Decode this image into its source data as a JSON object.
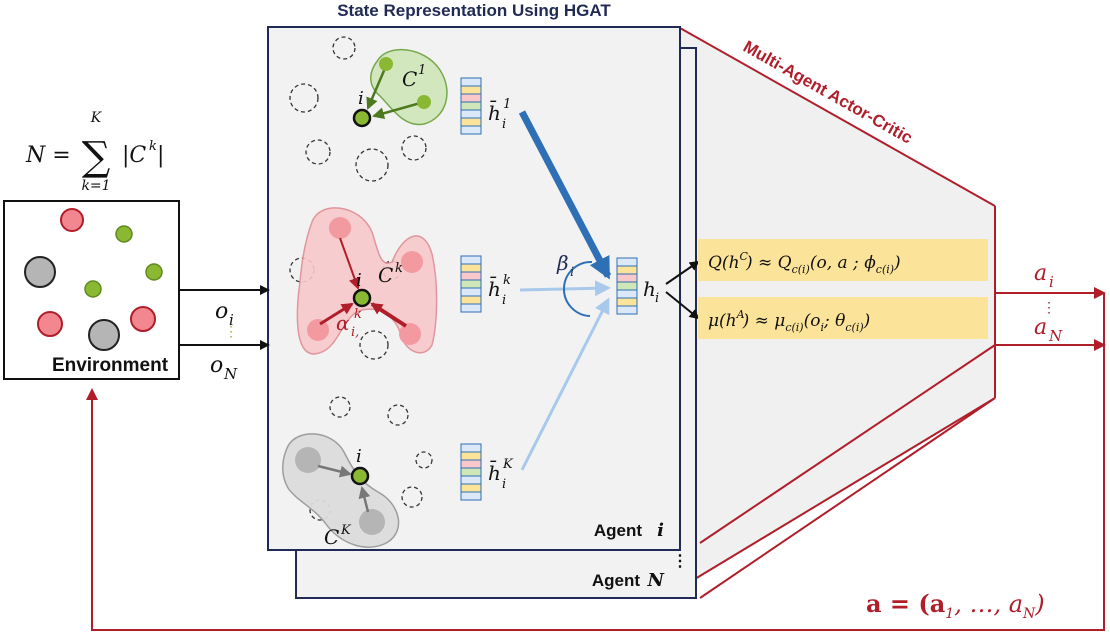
{
  "title": "State Representation Using HGAT",
  "actor_critic_label": "Multi-Agent Actor-Critic",
  "formula": {
    "lhs": "N =",
    "sum_top": "K",
    "sum_bottom": "k=1",
    "term": "|C",
    "term_sup": "k",
    "term_close": "|"
  },
  "environment_label": "Environment",
  "obs": {
    "o": "o",
    "i_sub": "i",
    "N_sub": "N",
    "dots": "⋮"
  },
  "clusters": {
    "c1": "C",
    "c1_sup": "1",
    "ck": "C",
    "ck_sup": "k",
    "cK": "C",
    "cK_sup": "K",
    "node_i": "i",
    "alpha": "α",
    "alpha_sub": "i,",
    "alpha_sup": "k"
  },
  "embeddings": {
    "h": "h̄",
    "sub": "i",
    "sup1": "1",
    "supk": "k",
    "supK": "K"
  },
  "beta": "β",
  "beta_sub": "i",
  "hi": "h",
  "hi_sub": "i",
  "q_formula": "Q(h",
  "q_formula_sup": "C",
  "q_formula_rest": ") ≈ Q",
  "q_formula_sub2": "c(i)",
  "q_formula_args": "(o, a ; ϕ",
  "q_formula_close": ")",
  "mu_formula": "μ(h",
  "mu_formula_sup": "A",
  "mu_formula_rest": ") ≈ μ",
  "mu_formula_sub2": "c(i)",
  "mu_formula_args": "(o",
  "mu_formula_args2": "; θ",
  "mu_formula_close": ")",
  "agent_i": "Agent",
  "agent_i_var": "i",
  "agent_N": "Agent",
  "agent_N_var": "N",
  "agent_dots": "⋮",
  "action_a": "a",
  "action_i": "i",
  "action_N": "N",
  "action_dots": "⋮",
  "joint_action": "a = (a",
  "joint_sub1": "1",
  "joint_mid": ", …, a",
  "joint_subN": "N",
  "joint_close": ")",
  "colors": {
    "frame": "#1f2a55",
    "panel": "#f2f2f2",
    "red": "#b01e2a",
    "green": "#8ab833",
    "pink": "#f39aa0",
    "gray": "#b5b5b5",
    "blue_dark": "#2e6fb5",
    "blue_light": "#a9c9ec",
    "highlight": "#fbe39a"
  }
}
